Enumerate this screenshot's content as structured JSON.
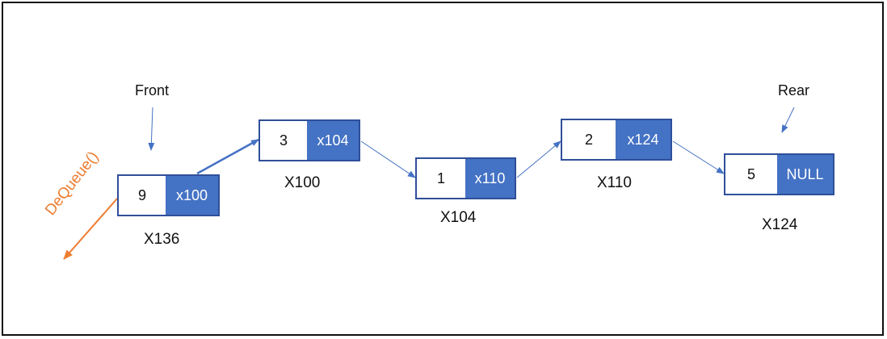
{
  "front_label": "Front",
  "rear_label": "Rear",
  "operation_label": "DeQueue()",
  "nodes": [
    {
      "value": "9",
      "next": "x100",
      "address": "X136"
    },
    {
      "value": "3",
      "next": "x104",
      "address": "X100"
    },
    {
      "value": "1",
      "next": "x110",
      "address": "X104"
    },
    {
      "value": "2",
      "next": "x124",
      "address": "X110"
    },
    {
      "value": "5",
      "next": "NULL",
      "address": "X124"
    }
  ],
  "colors": {
    "node_border": "#2f4f9a",
    "pointer_fill": "#4472c4",
    "link_arrow": "#4472c4",
    "dequeue_arrow": "#ed7d31"
  }
}
